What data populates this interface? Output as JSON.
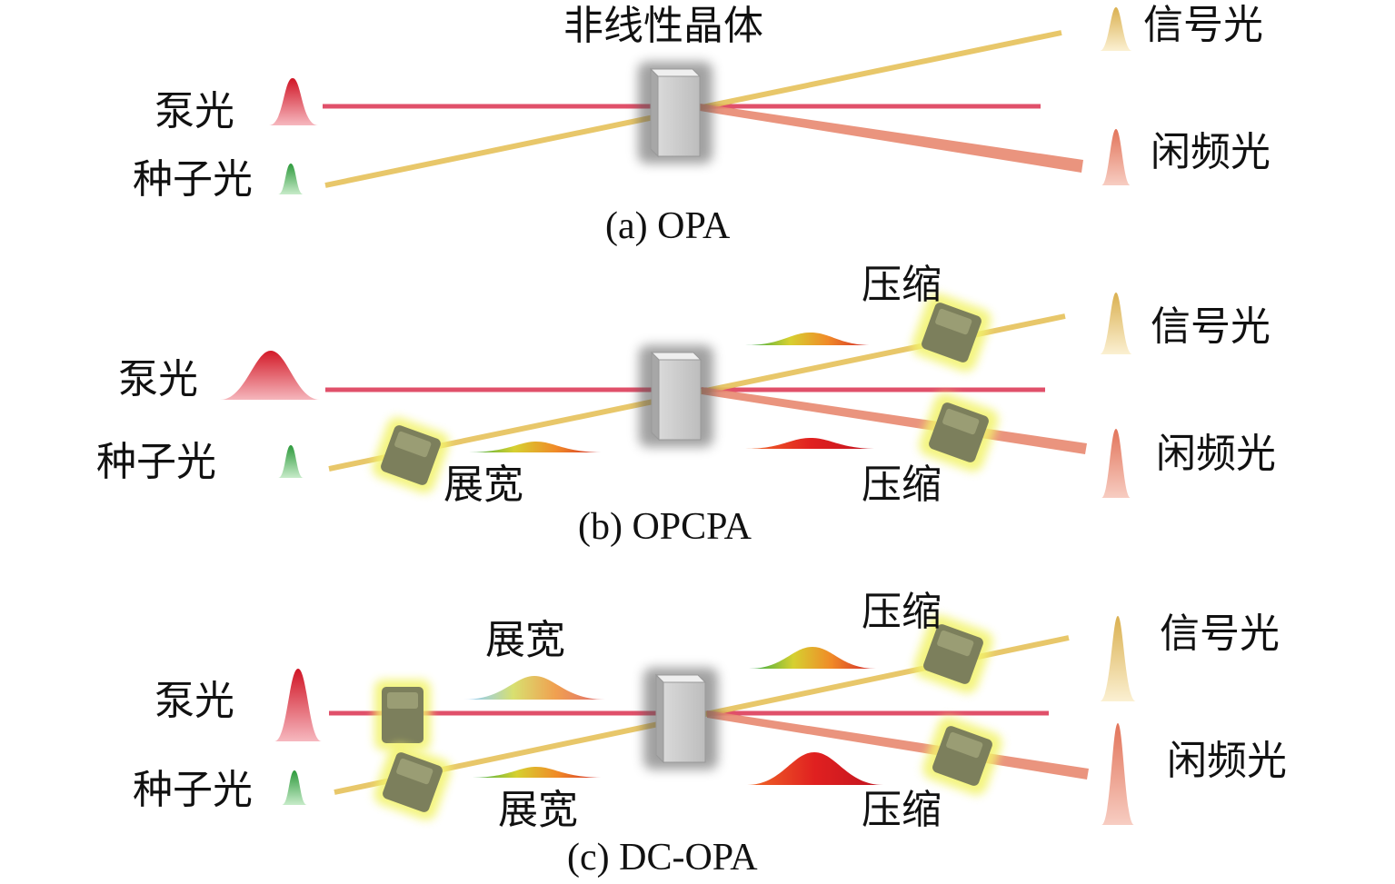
{
  "labels": {
    "nonlinear_crystal": "非线性晶体",
    "pump": "泵光",
    "seed": "种子光",
    "signal": "信号光",
    "idler": "闲频光",
    "stretch": "展宽",
    "compress": "压缩"
  },
  "panels": [
    {
      "id": "a",
      "caption": "(a) OPA"
    },
    {
      "id": "b",
      "caption": "(b) OPCPA"
    },
    {
      "id": "c",
      "caption": "(c) DC-OPA"
    }
  ],
  "colors": {
    "pump_beam": "#e0506a",
    "seed_signal_beam": "#e6c25a",
    "idler_beam": "#e88870",
    "pump_pulse": "#d8202c",
    "seed_pulse": "#3aa84a",
    "signal_pulse": "#e4c070",
    "idler_pulse": "#e27c64",
    "compressor_glow": "#f2f36a",
    "compressor_body": "#7c7f5c",
    "crystal": "#c8c8c8"
  }
}
